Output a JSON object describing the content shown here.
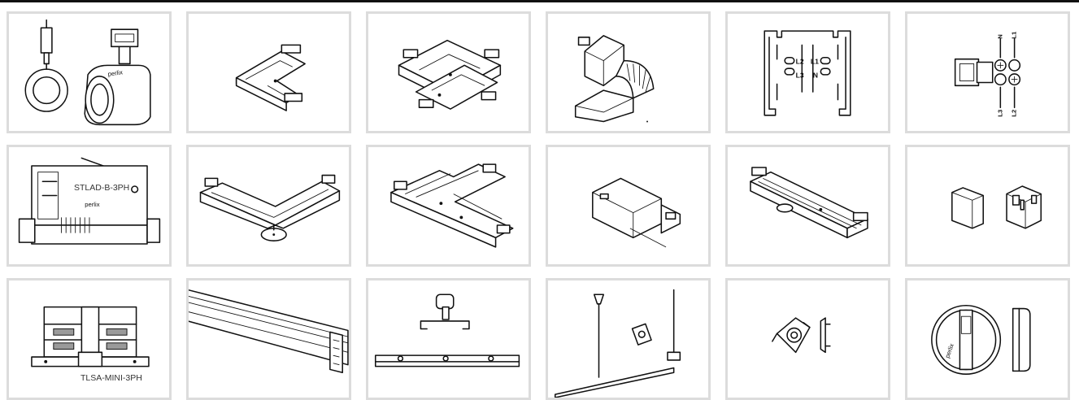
{
  "products": [
    {
      "label": ""
    },
    {
      "label": ""
    },
    {
      "label": ""
    },
    {
      "label": ""
    },
    {
      "label": "",
      "terminals": [
        "L2",
        "L3",
        "L1",
        "N"
      ]
    },
    {
      "label": "",
      "terminals": [
        "N",
        "L1",
        "L3",
        "L2"
      ]
    },
    {
      "label": "STLAD-B-3PH",
      "logo": "perlix"
    },
    {
      "label": ""
    },
    {
      "label": ""
    },
    {
      "label": ""
    },
    {
      "label": ""
    },
    {
      "label": ""
    },
    {
      "label": "TLSA-MINI-3PH"
    },
    {
      "label": ""
    },
    {
      "label": ""
    },
    {
      "label": ""
    },
    {
      "label": ""
    },
    {
      "label": "",
      "logo": "perlix"
    }
  ],
  "brand": {
    "logo_text": "perlix",
    "border_color": "#dcdcdc",
    "line_color": "#111111"
  }
}
